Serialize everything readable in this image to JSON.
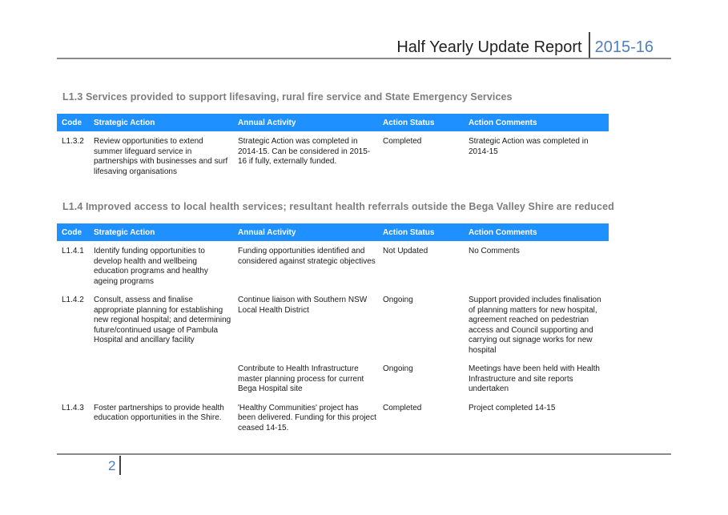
{
  "header": {
    "title": "Half Yearly Update Report",
    "year": "2015-16"
  },
  "columns": [
    "Code",
    "Strategic Action",
    "Annual Activity",
    "Action Status",
    "Action Comments"
  ],
  "sections": [
    {
      "heading": "L1.3 Services provided to support lifesaving, rural fire service and State Emergency Services",
      "rows": [
        {
          "code": "L1.3.2",
          "strategic_action": "Review opportunities to extend summer lifeguard service in partnerships with businesses and surf lifesaving organisations",
          "annual_activity": "Strategic Action was completed in 2014-15.  Can be considered in 2015-16 if fully, externally funded.",
          "status": "Completed",
          "comments": "Strategic Action was completed in 2014-15"
        }
      ]
    },
    {
      "heading": "L1.4 Improved access  to local health services; resultant health referrals outside the Bega Valley Shire are reduced",
      "rows": [
        {
          "code": "L1.4.1",
          "strategic_action": "Identify funding opportunities to develop health and wellbeing education programs and healthy ageing programs",
          "annual_activity": "Funding opportunities identified and considered against strategic objectives",
          "status": "Not Updated",
          "comments": "No Comments"
        },
        {
          "code": "L1.4.2",
          "strategic_action": "Consult, assess and finalise appropriate planning for establishing new regional hospital; and determining future/continued  usage of Pambula Hospital and ancillary  facility",
          "annual_activity": "Continue liaison with Southern NSW Local Health District",
          "status": "Ongoing",
          "comments": "Support provided includes finalisation of planning matters for new hospital, agreement reached on pedestrian access and Council supporting and carrying out signage works for new hospital"
        },
        {
          "code": "",
          "strategic_action": "",
          "annual_activity": "Contribute to Health Infrastructure master planning process for current Bega Hospital site",
          "status": "Ongoing",
          "comments": "Meetings have been held with Health Infrastructure and site reports undertaken"
        },
        {
          "code": "L1.4.3",
          "strategic_action": "Foster partnerships to provide health education opportunities in the Shire.",
          "annual_activity": "'Healthy Communities' project has been delivered.  Funding  for this project ceased 14-15.",
          "status": "Completed",
          "comments": "Project completed 14-15"
        }
      ]
    }
  ],
  "footer": {
    "page_number": "2"
  }
}
